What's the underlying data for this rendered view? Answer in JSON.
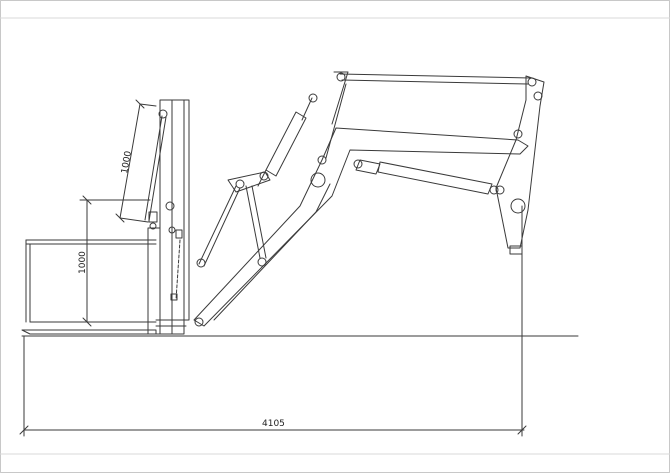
{
  "drawing": {
    "dimensions": {
      "upper_link_length": "1000",
      "lower_height": "1000",
      "total_length": "4105"
    },
    "colors": {
      "line": "#3a3a3a",
      "frame_border": "#c8c8c8",
      "background": "#ffffff"
    }
  }
}
